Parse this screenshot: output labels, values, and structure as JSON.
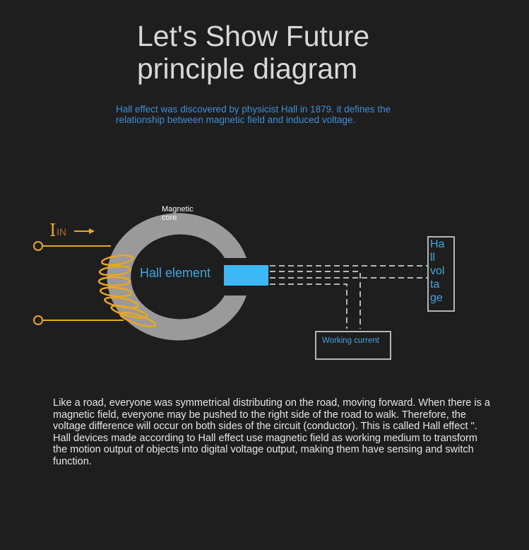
{
  "header": {
    "title_line1": "Let's Show Future",
    "title_line2": "principle diagram",
    "subtitle": "Hall effect was discovered by physicist Hall in 1879. it defines the relationship between magnetic field and induced voltage."
  },
  "diagram": {
    "current_label_main": "I",
    "current_label_sub": "IN",
    "core_label_line1": "Magnetic",
    "core_label_line2": "core",
    "hall_element_label": "Hall element",
    "working_current_label": "Working current",
    "hall_voltage_lines": [
      "Ha",
      "ll",
      "vol",
      "ta",
      "ge"
    ],
    "colors": {
      "coil": "#e8a824",
      "core": "#9a9a9a",
      "hall": "#3bb8f5",
      "text_blue": "#3ea6e0"
    }
  },
  "description": "Like a road, everyone was symmetrical distributing on the road, moving forward. When there is a magnetic field, everyone may be pushed to the right side of the road to walk. Therefore, the voltage difference will occur on both sides of the circuit (conductor). This is called Hall effect \". Hall devices made according to Hall effect use magnetic field as working medium to transform the motion output of objects into digital voltage output, making them have sensing and switch function."
}
